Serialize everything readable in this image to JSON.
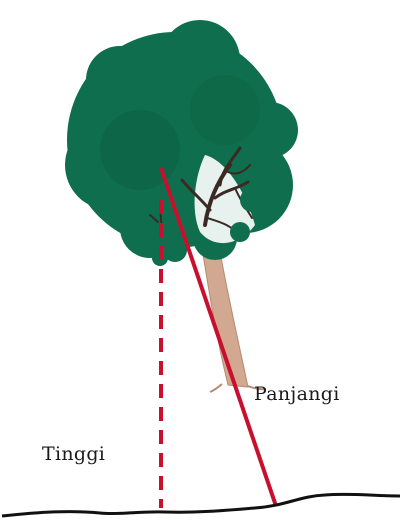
{
  "labels": {
    "height": "Tinggi",
    "length": "Panjangi"
  },
  "colors": {
    "canopy": "#0f6e4d",
    "canopy_dark": "#0b5a3e",
    "trunk": "#d2a890",
    "trunk_dark": "#b78a72",
    "branches": "#3b2a24",
    "measure_line": "#c8102e",
    "ground": "#111111"
  },
  "icons": {
    "tree": "tree-illustration",
    "ground": "ground-line"
  }
}
